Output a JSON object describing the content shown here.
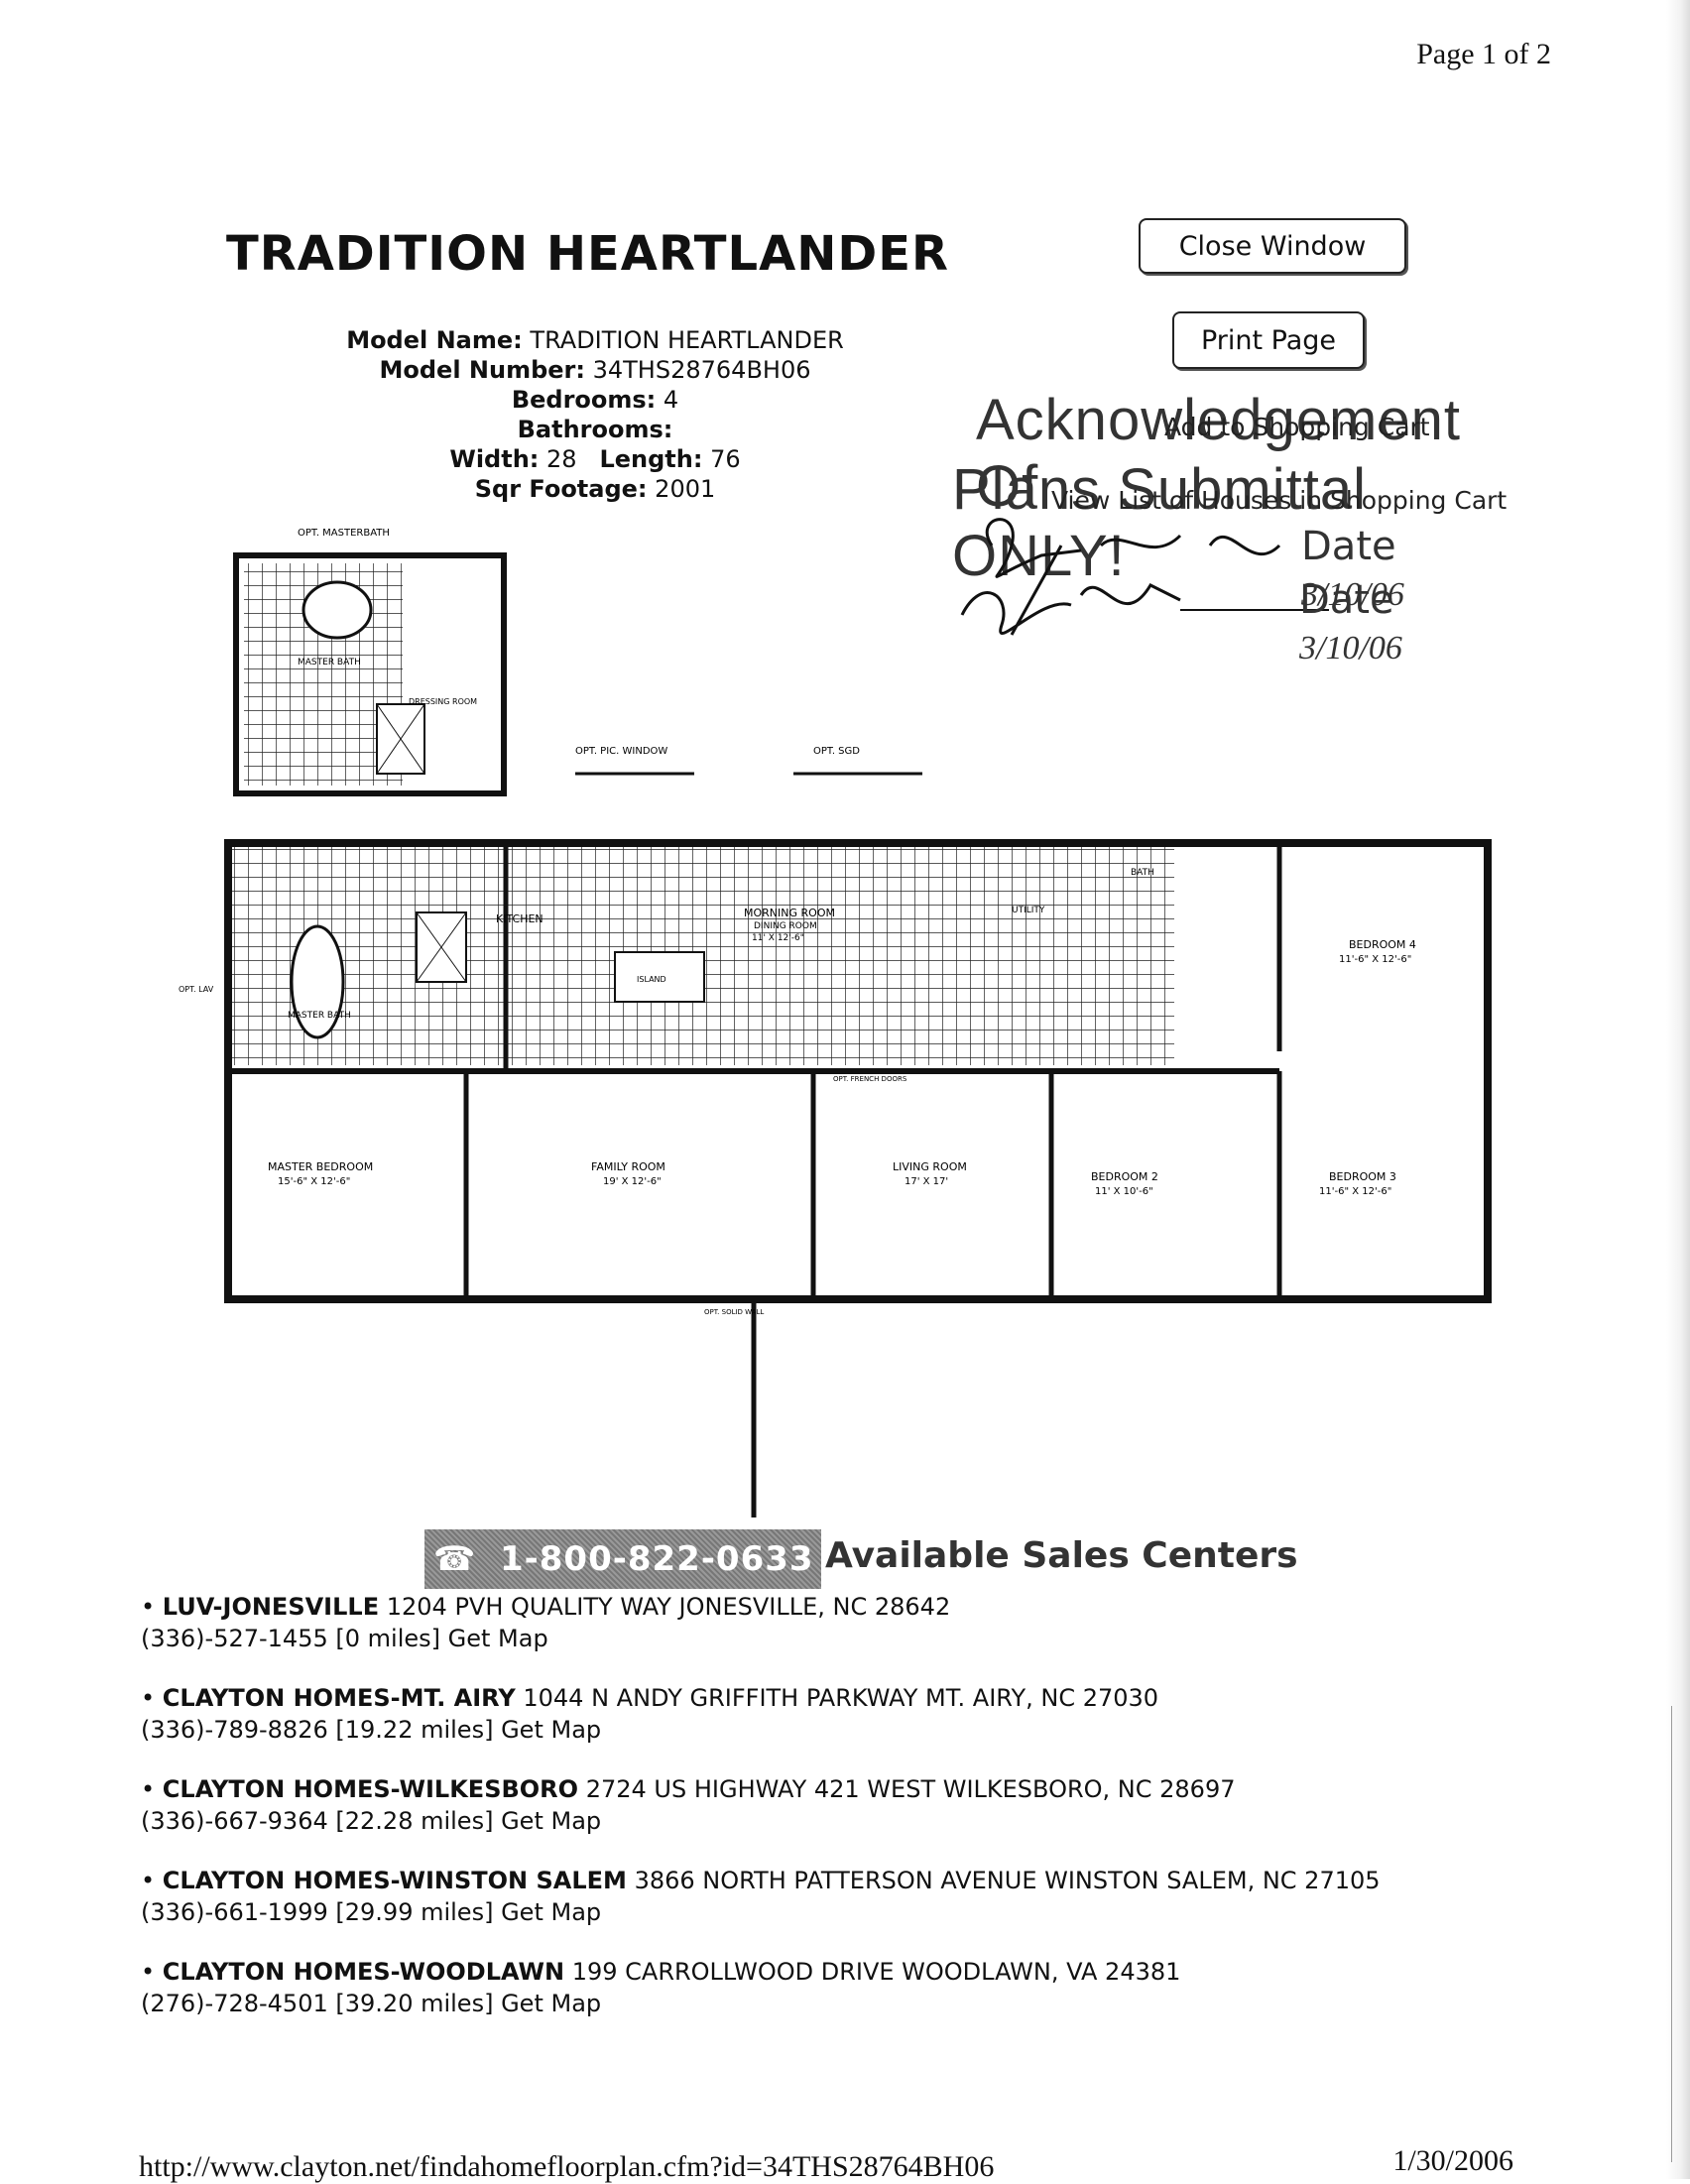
{
  "page": {
    "indicator": "Page 1 of 2"
  },
  "title": "TRADITION HEARTLANDER",
  "buttons": {
    "close": "Close Window",
    "print": "Print Page"
  },
  "specs": {
    "model_name_label": "Model Name:",
    "model_name": "TRADITION HEARTLANDER",
    "model_number_label": "Model Number:",
    "model_number": "34THS28764BH06",
    "bedrooms_label": "Bedrooms:",
    "bedrooms": "4",
    "bathrooms_label": "Bathrooms:",
    "bathrooms": "",
    "width_label": "Width:",
    "width": "28",
    "length_label": "Length:",
    "length": "76",
    "sqft_label": "Sqr Footage:",
    "sqft": "2001"
  },
  "stamp": {
    "line1": "Acknowledgement Of",
    "line2": "Plans Submittal ONLY!",
    "date_label": "Date",
    "date1": "3/10/06",
    "date2": "3/10/06"
  },
  "links": {
    "add_to_cart": "Add to Shopping Cart",
    "view_list": "View List of Houses in Shopping Cart"
  },
  "floorplan": {
    "opt_masterbath": "OPT. MASTERBATH",
    "opt_pic_window": "OPT. PIC. WINDOW",
    "opt_sgd": "OPT. SGD",
    "opt_solid_wall": "OPT. SOLID WALL",
    "opt_french_doors": "OPT. FRENCH DOORS",
    "opt_lav": "OPT. LAV",
    "rooms": {
      "master_bath": "MASTER BATH",
      "dressing_room": "DRESSING ROOM",
      "kitchen": "KITCHEN",
      "island": "ISLAND",
      "morning_room": "MORNING ROOM",
      "dining_room": "DINING ROOM",
      "dining_dim": "11' X 12'-6\"",
      "utility": "UTILITY",
      "bath": "BATH",
      "bedroom4": "BEDROOM 4",
      "bedroom4_dim": "11'-6\" X 12'-6\"",
      "master_bedroom": "MASTER BEDROOM",
      "master_bedroom_dim": "15'-6\" X 12'-6\"",
      "family_room": "FAMILY ROOM",
      "family_room_dim": "19' X 12'-6\"",
      "living_room": "LIVING ROOM",
      "living_room_dim": "17' X 17'",
      "bedroom2": "BEDROOM 2",
      "bedroom2_dim": "11' X 10'-6\"",
      "bedroom3": "BEDROOM 3",
      "bedroom3_dim": "11'-6\" X 12'-6\""
    }
  },
  "sales": {
    "phone": "1-800-822-0633",
    "heading": "Available Sales Centers",
    "map_label": "Get Map",
    "centers": [
      {
        "name": "LUV-JONESVILLE",
        "address": "1204 PVH QUALITY WAY JONESVILLE, NC 28642",
        "phone": "(336)-527-1455",
        "distance": "[0 miles]"
      },
      {
        "name": "CLAYTON HOMES-MT. AIRY",
        "address": "1044 N ANDY GRIFFITH PARKWAY MT. AIRY, NC 27030",
        "phone": "(336)-789-8826",
        "distance": "[19.22 miles]"
      },
      {
        "name": "CLAYTON HOMES-WILKESBORO",
        "address": "2724 US HIGHWAY 421 WEST WILKESBORO, NC 28697",
        "phone": "(336)-667-9364",
        "distance": "[22.28 miles]"
      },
      {
        "name": "CLAYTON HOMES-WINSTON SALEM",
        "address": "3866 NORTH PATTERSON AVENUE WINSTON SALEM, NC 27105",
        "phone": "(336)-661-1999",
        "distance": "[29.99 miles]"
      },
      {
        "name": "CLAYTON HOMES-WOODLAWN",
        "address": "199 CARROLLWOOD DRIVE WOODLAWN, VA 24381",
        "phone": "(276)-728-4501",
        "distance": "[39.20 miles]"
      }
    ]
  },
  "footer": {
    "url": "http://www.clayton.net/findahomefloorplan.cfm?id=34THS28764BH06",
    "date": "1/30/2006"
  }
}
